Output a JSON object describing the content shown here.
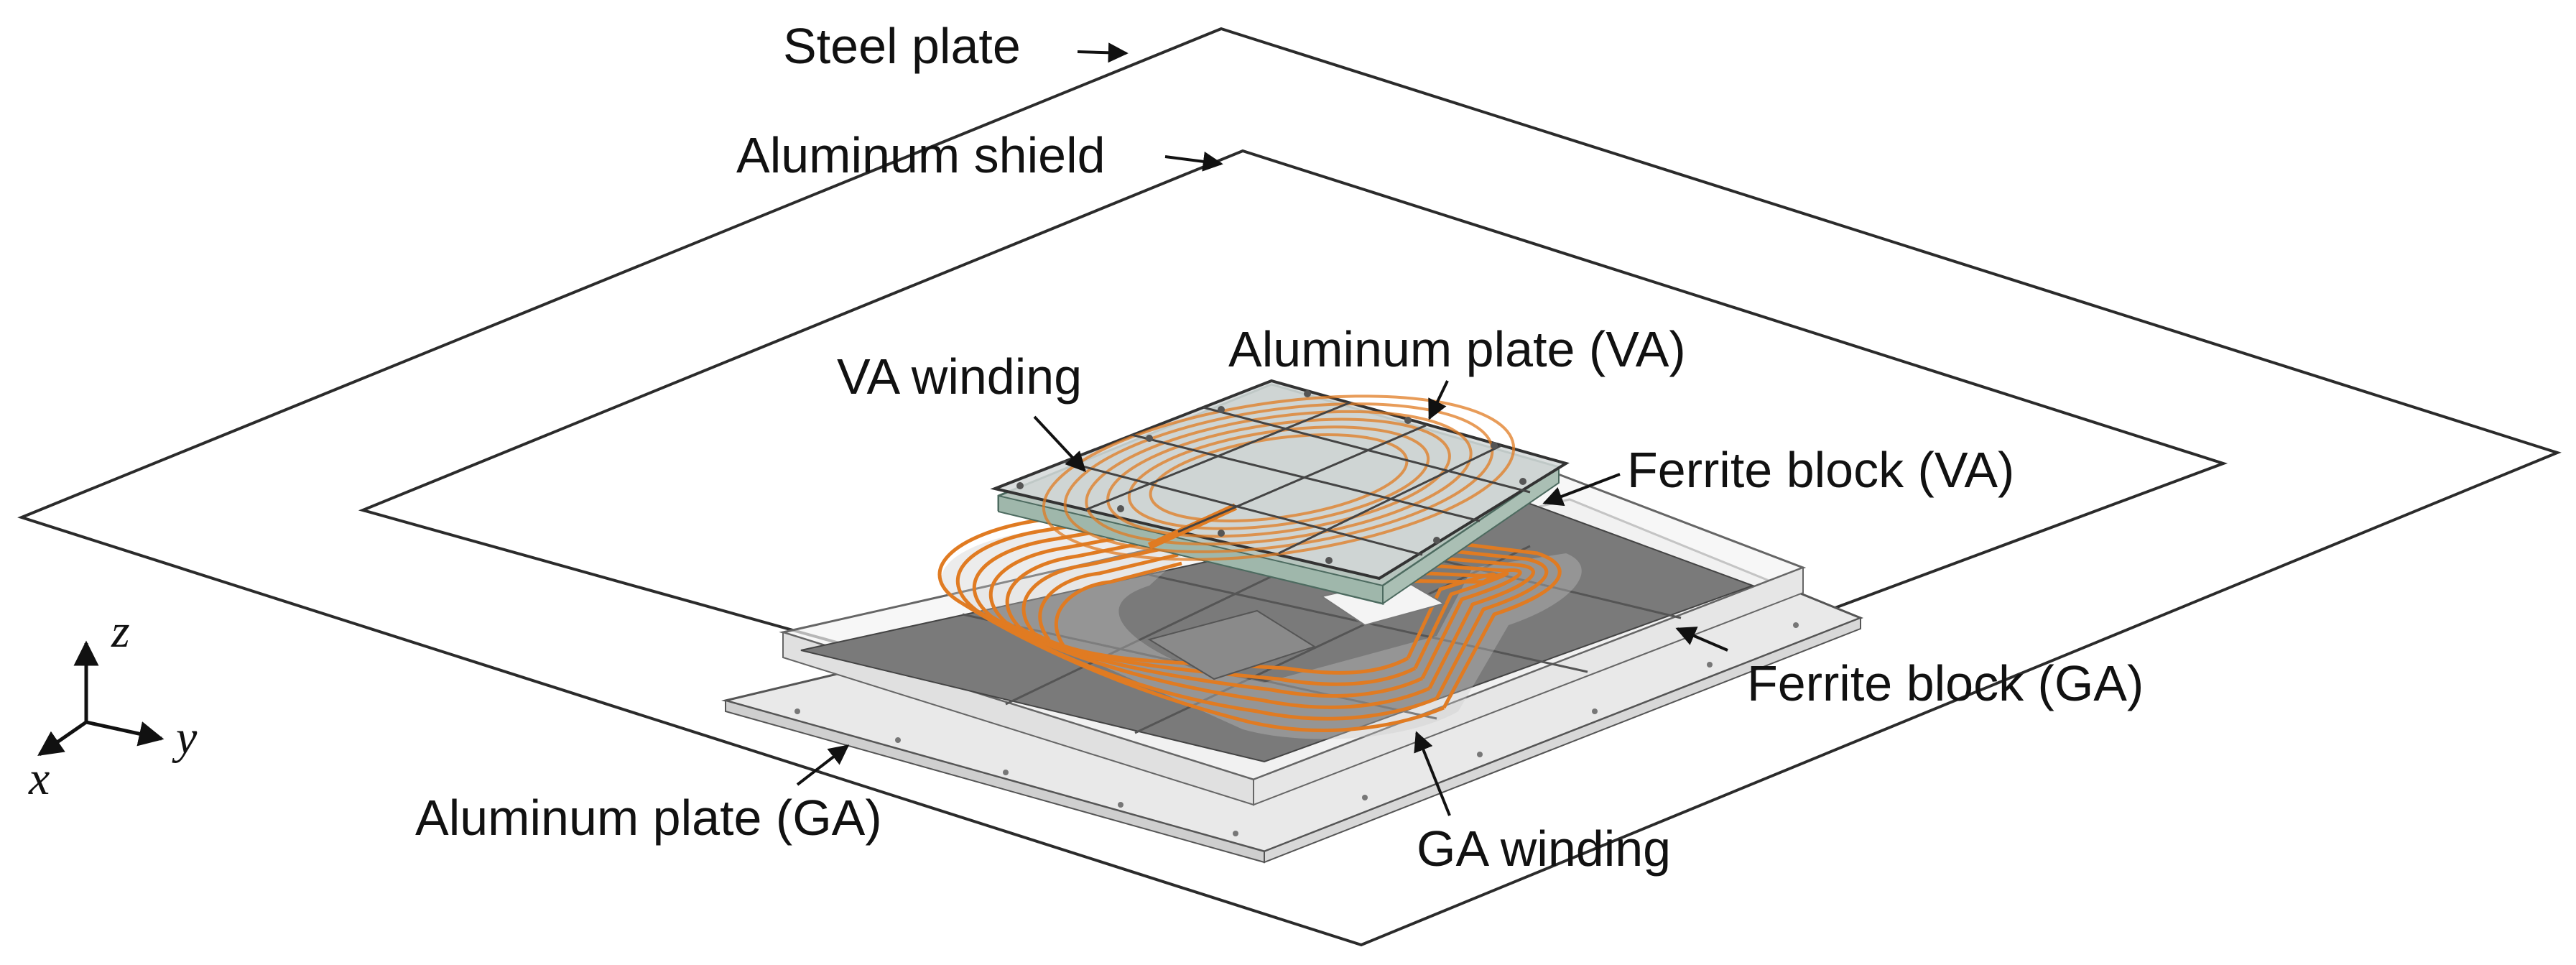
{
  "labels": {
    "steel_plate": "Steel plate",
    "aluminum_shield": "Aluminum shield",
    "aluminum_plate_va": "Aluminum plate (VA)",
    "va_winding": "VA winding",
    "ferrite_block_va": "Ferrite block (VA)",
    "ferrite_block_ga": "Ferrite block (GA)",
    "aluminum_plate_ga": "Aluminum plate (GA)",
    "ga_winding": "GA winding"
  },
  "axes": {
    "z": "z",
    "y": "y",
    "x": "x"
  },
  "colors": {
    "winding": "#e07b22",
    "ferrite_dark": "#6e6e6e",
    "ferrite_light": "#9a9a9a",
    "plate_fill": "#efefef",
    "outline": "#2b2b2b",
    "va_glass": "#c9cfcf"
  }
}
